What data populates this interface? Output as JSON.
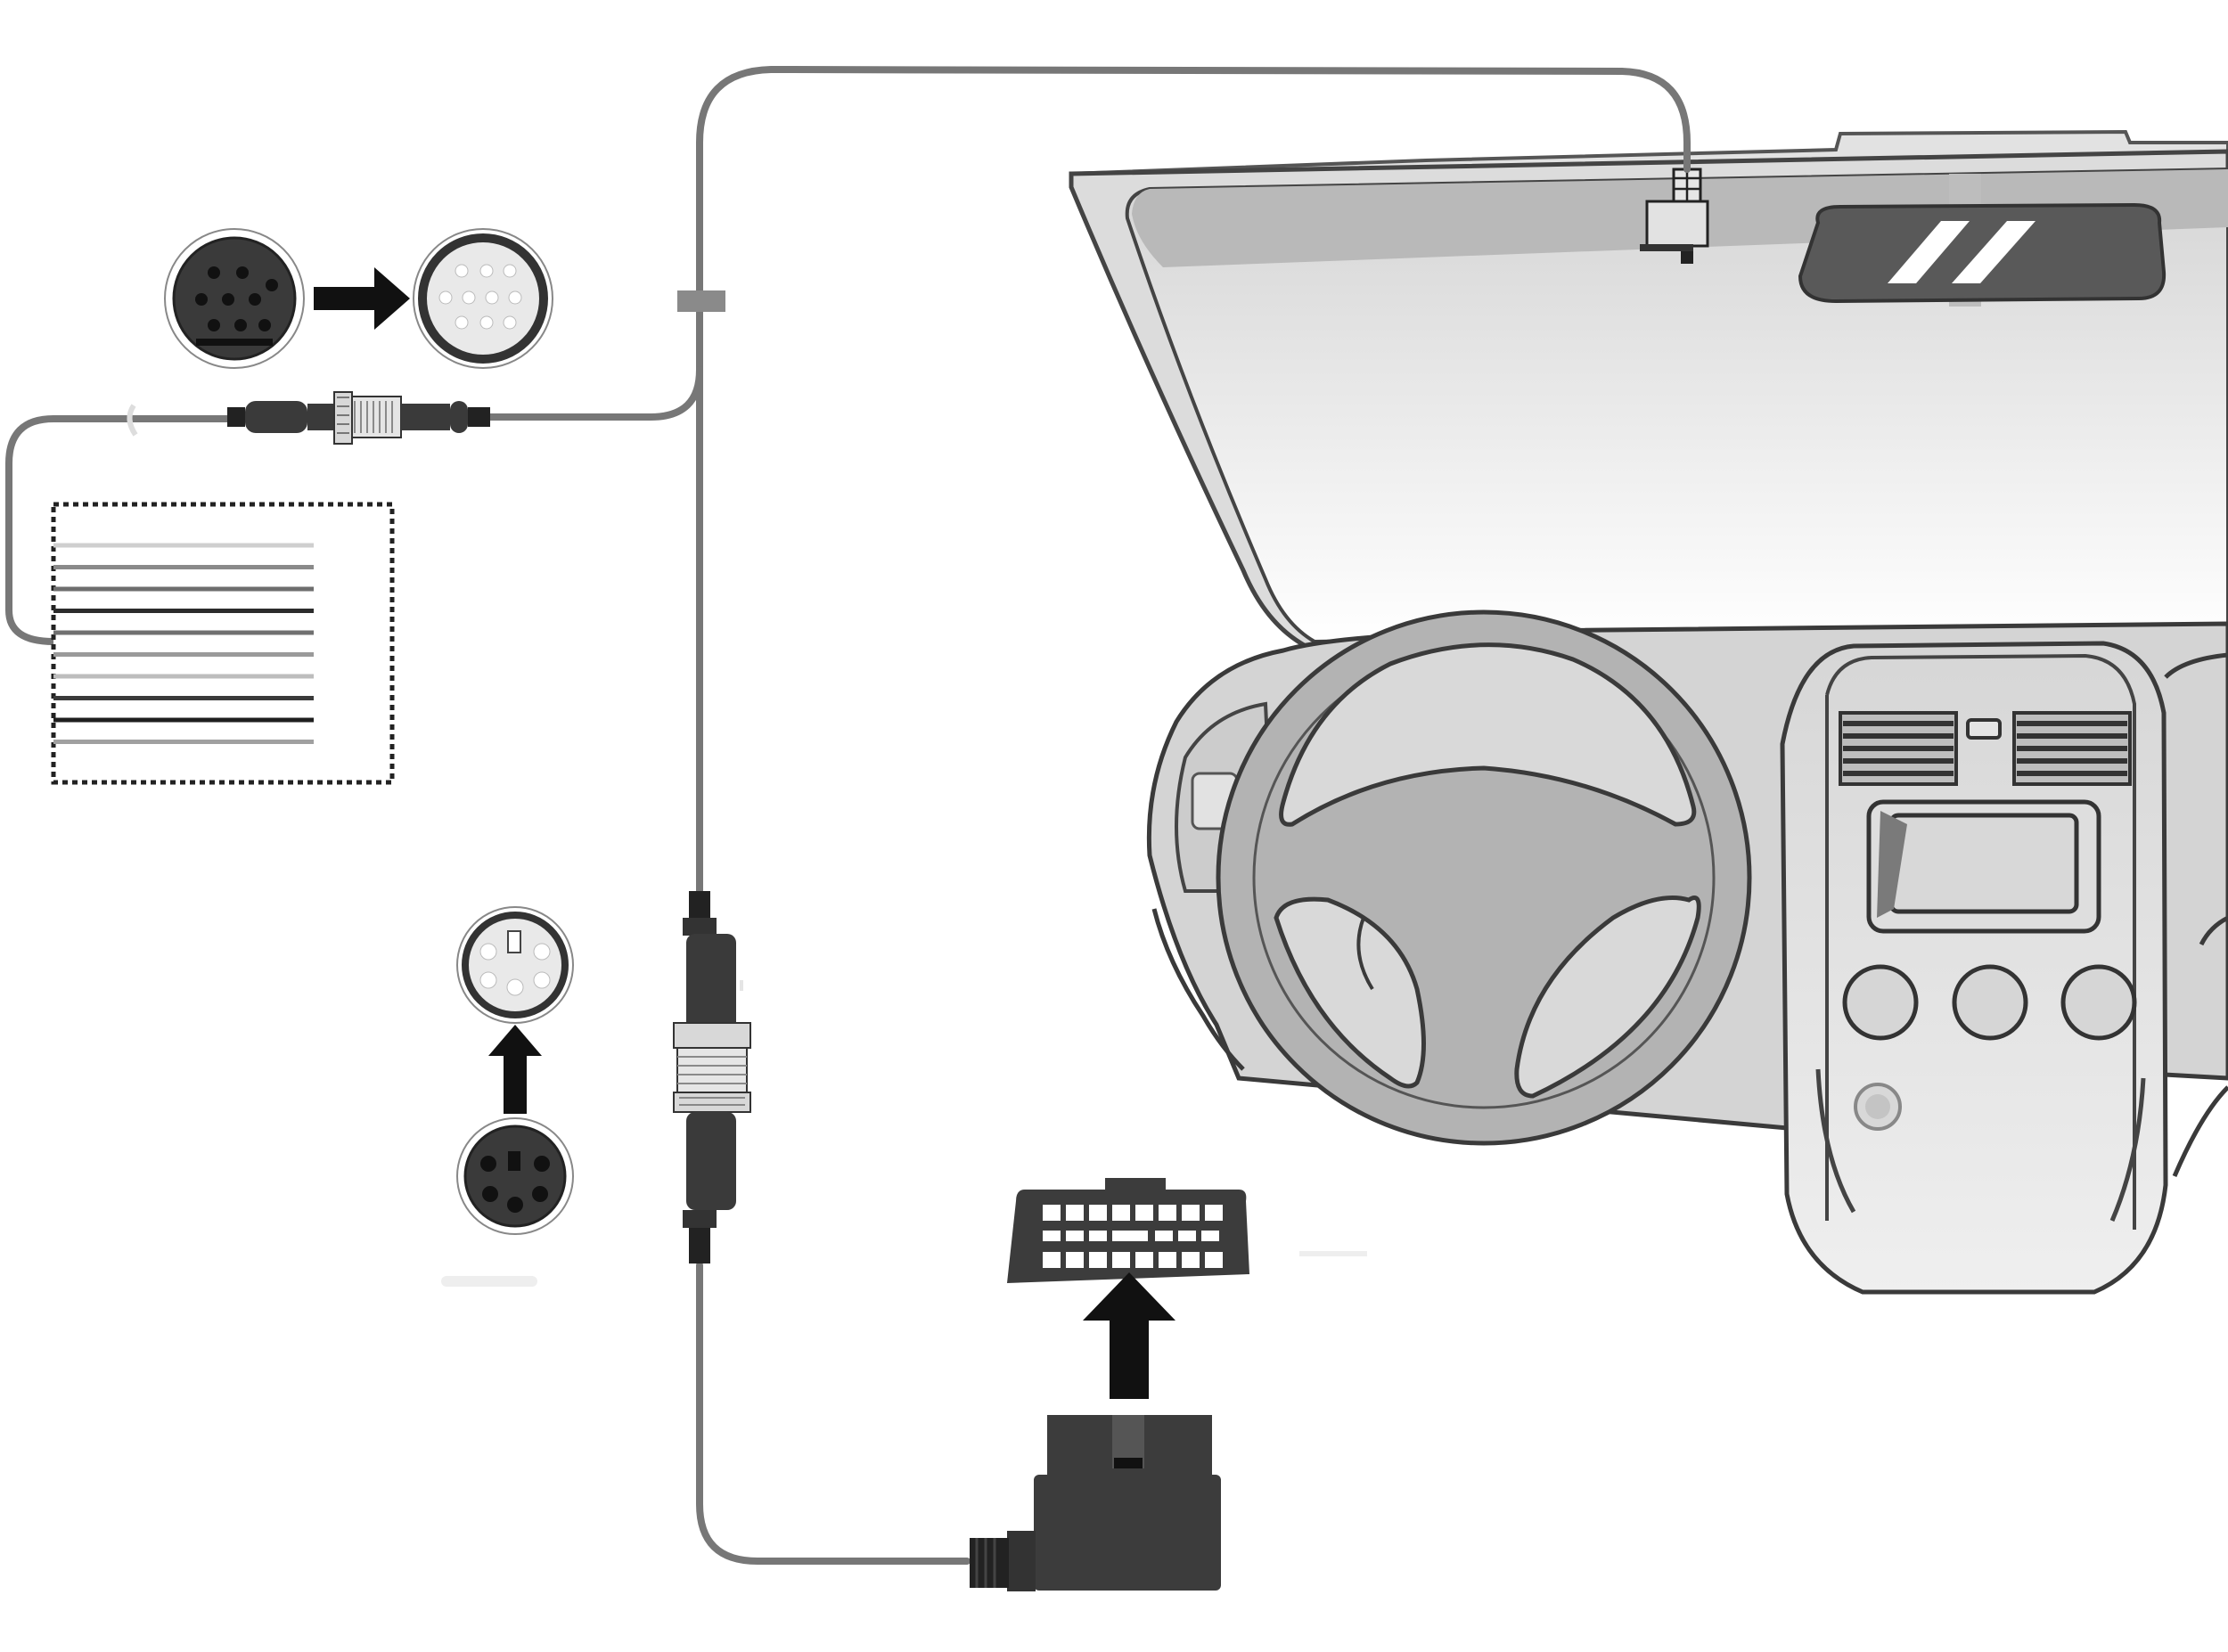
{
  "diagram": {
    "components": [
      {
        "id": "camera",
        "icon": "dashcam-icon"
      },
      {
        "id": "mirror",
        "icon": "rearview-mirror-icon"
      },
      {
        "id": "cable_clip",
        "icon": "cable-clip-icon"
      },
      {
        "id": "round_connector_female_12",
        "icon": "round-connector-icon"
      },
      {
        "id": "round_connector_male_12",
        "icon": "round-connector-icon"
      },
      {
        "id": "inline_coupler_horizontal",
        "icon": "cable-coupler-icon"
      },
      {
        "id": "wire_harness",
        "icon": "wire-harness-icon"
      },
      {
        "id": "mini_din_female",
        "icon": "mini-din-connector-icon"
      },
      {
        "id": "mini_din_male",
        "icon": "mini-din-connector-icon"
      },
      {
        "id": "inline_coupler_vertical",
        "icon": "cable-coupler-icon"
      },
      {
        "id": "obd_port",
        "icon": "obd-port-icon"
      },
      {
        "id": "obd_plug",
        "icon": "obd-plug-icon"
      },
      {
        "id": "steering_wheel",
        "icon": "steering-wheel-icon"
      },
      {
        "id": "center_console",
        "icon": "center-console-icon"
      }
    ],
    "arrows": [
      {
        "from": "round_connector_female_12",
        "to": "round_connector_male_12",
        "direction": "right"
      },
      {
        "from": "mini_din_male",
        "to": "mini_din_female",
        "direction": "up"
      },
      {
        "from": "obd_plug",
        "to": "obd_port",
        "direction": "up"
      }
    ],
    "colors": {
      "cable": "#777777",
      "connector_dark": "#3c3c3c",
      "connector_light": "#e8e8e8",
      "outline": "#444444",
      "vehicle_fill": "#d8d8d8",
      "glass_fill": "#e6e6e6"
    },
    "harness_wire_colors": [
      "#cfcfcf",
      "#8a8a8a",
      "#6e6e6e",
      "#2c2c2c",
      "#707070",
      "#9a9a9a",
      "#bdbdbd",
      "#3a3a3a",
      "#1f1f1f",
      "#a0a0a0"
    ]
  }
}
